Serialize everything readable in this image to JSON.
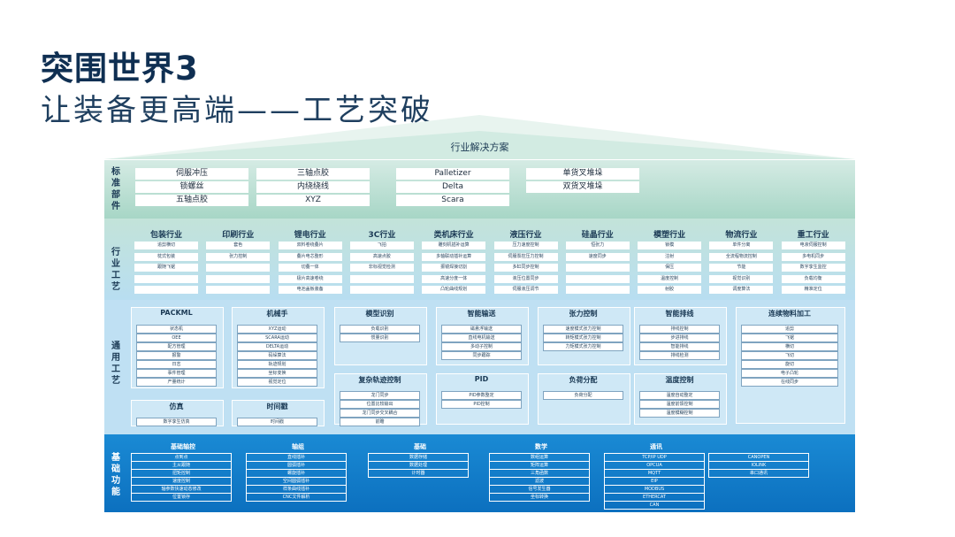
{
  "title": "突围世界3",
  "subtitle": "让装备更高端——工艺突破",
  "roof_label": "行业解决方案",
  "layers": {
    "standard": {
      "label": "标准部件",
      "groups": [
        [
          "伺服冲压",
          "锁螺丝",
          "五轴点胶"
        ],
        [
          "三轴点胶",
          "内绕绕线",
          "XYZ"
        ],
        [
          "Palletizer",
          "Delta",
          "Scara"
        ],
        [
          "单货叉堆垛",
          "双货叉堆垛"
        ]
      ]
    },
    "industry": {
      "label": "行业工艺",
      "columns": [
        {
          "title": "包装行业",
          "items": [
            "追剪横切",
            "枕式包装",
            "跟随飞锯",
            "",
            ""
          ]
        },
        {
          "title": "印刷行业",
          "items": [
            "套色",
            "张力控制",
            "",
            "",
            ""
          ]
        },
        {
          "title": "锂电行业",
          "items": [
            "双料卷绕叠片",
            "叠片电芯整形",
            "切叠一体",
            "极片高速卷绕",
            "电池盖板装备"
          ]
        },
        {
          "title": "3C行业",
          "items": [
            "飞拍",
            "高速点胶",
            "非标视觉检测",
            "",
            ""
          ]
        },
        {
          "title": "类机床行业",
          "items": [
            "雕刻机插补运算",
            "多轴联动插补运算",
            "振镜焊接切割",
            "高速分度一体",
            "凸轮曲线规划"
          ]
        },
        {
          "title": "液压行业",
          "items": [
            "压力速度控制",
            "伺服泵控压力控制",
            "多缸同步控制",
            "液压位置同步",
            "伺服液压调节"
          ]
        },
        {
          "title": "硅晶行业",
          "items": [
            "恒张力",
            "速度同步",
            "",
            "",
            ""
          ]
        },
        {
          "title": "模塑行业",
          "items": [
            "锁模",
            "注射",
            "保压",
            "温度控制",
            "射胶"
          ]
        },
        {
          "title": "物流行业",
          "items": [
            "单件分离",
            "全流程物流控制",
            "节能",
            "视觉识别",
            "调度算法"
          ]
        },
        {
          "title": "重工行业",
          "items": [
            "电液伺服控制",
            "多电机同步",
            "数字孪生监控",
            "负载均衡",
            "精准定位"
          ]
        }
      ]
    },
    "general": {
      "label": "通用工艺",
      "groups": [
        {
          "title": "PACKML",
          "items": [
            "状态机",
            "OEE",
            "配方管理",
            "报警",
            "日志",
            "事件管理",
            "产量统计"
          ]
        },
        {
          "title": "机械手",
          "items": [
            "XYZ运动",
            "SCARA运动",
            "DELTA运动",
            "码垛算法",
            "轨迹规划",
            "坐标变换",
            "视觉定位"
          ]
        },
        {
          "title": "模型识别",
          "items": [
            "负载识别",
            "惯量识别"
          ]
        },
        {
          "title": "智能输送",
          "items": [
            "磁悬浮输送",
            "直线电机输送",
            "多动子控制",
            "同步跟踪"
          ]
        },
        {
          "title": "张力控制",
          "items": [
            "速度模式张力控制",
            "转矩模式张力控制",
            "力矩模式张力控制"
          ]
        },
        {
          "title": "智能排线",
          "items": [
            "排线控制",
            "步进排线",
            "智能排线",
            "排线检测"
          ]
        },
        {
          "title": "连续物料加工",
          "items": [
            "追剪",
            "飞锯",
            "横切",
            "飞切",
            "旋切",
            "电子凸轮",
            "在线同步"
          ]
        },
        {
          "title": "仿真",
          "items": [
            "数字孪生仿真"
          ]
        },
        {
          "title": "时间戳",
          "items": [
            "时间戳"
          ]
        },
        {
          "title": "复杂轨迹控制",
          "items": [
            "龙门同步",
            "位置比较输出",
            "龙门同步交叉耦合",
            "前瞻"
          ]
        },
        {
          "title": "PID",
          "items": [
            "PID参数整定",
            "PID控制"
          ]
        },
        {
          "title": "负荷分配",
          "items": [
            "负荷分配"
          ]
        },
        {
          "title": "温度控制",
          "items": [
            "温度自动整定",
            "温度前馈控制",
            "温度模糊控制"
          ]
        }
      ]
    },
    "base": {
      "label": "基础功能",
      "groups": [
        {
          "title": "基础轴控",
          "items": [
            "点到点",
            "主从跟随",
            "扭矩控制",
            "速度控制",
            "轴参数快速动态修改",
            "位置锁存"
          ]
        },
        {
          "title": "轴组",
          "items": [
            "直线插补",
            "圆弧插补",
            "螺旋插补",
            "空间圆弧插补",
            "样条曲线插补",
            "CNC文件解析"
          ]
        },
        {
          "title": "基础",
          "items": [
            "数据存储",
            "数据处理",
            "计时器"
          ]
        },
        {
          "title": "数学",
          "items": [
            "数组运算",
            "矩阵运算",
            "三角函数",
            "滤波",
            "信号发生器",
            "坐标转换"
          ]
        },
        {
          "title": "通讯",
          "items": [
            "TCP/IP UDP",
            "OPCUA",
            "MQTT",
            "EIP",
            "MODBUS",
            "ETHERCAT",
            "CAN"
          ],
          "items2": [
            "CANOPEN",
            "IOLINK",
            "串口通讯"
          ]
        }
      ]
    }
  },
  "colors": {
    "title": "#0f2f52",
    "base_band": "#0c70bf",
    "general_band": "#bfe0f3"
  }
}
